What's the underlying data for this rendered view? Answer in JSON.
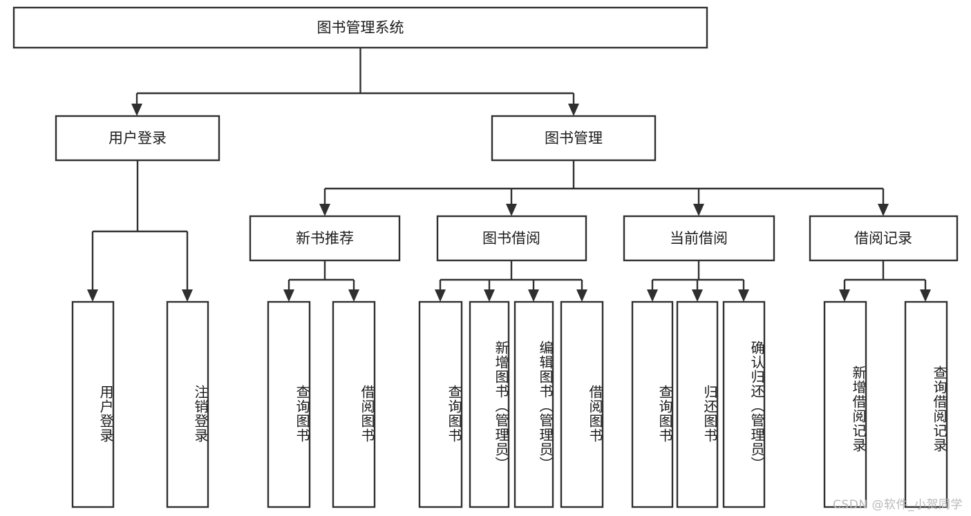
{
  "diagram": {
    "type": "tree-hierarchy-chart",
    "title_text": "图书管理系统",
    "colors": {
      "stroke": "#2f2f2f",
      "box_fill": "#ffffff",
      "text": "#1b1b1b",
      "background": "#ffffff",
      "watermark": "#b9b9b9"
    },
    "levels": {
      "root": {
        "label": "图书管理系统",
        "orientation": "horizontal"
      },
      "level2": [
        {
          "label": "用户登录",
          "orientation": "horizontal"
        },
        {
          "label": "图书管理",
          "orientation": "horizontal"
        }
      ],
      "level3": [
        {
          "label": "新书推荐",
          "orientation": "horizontal"
        },
        {
          "label": "图书借阅",
          "orientation": "horizontal"
        },
        {
          "label": "当前借阅",
          "orientation": "horizontal"
        },
        {
          "label": "借阅记录",
          "orientation": "horizontal"
        }
      ],
      "leaves": [
        {
          "label": "用户登录",
          "parent": "用户登录",
          "orientation": "vertical"
        },
        {
          "label": "注销登录",
          "parent": "用户登录",
          "orientation": "vertical"
        },
        {
          "label": "查询图书",
          "parent": "新书推荐",
          "orientation": "vertical"
        },
        {
          "label": "借阅图书",
          "parent": "新书推荐",
          "orientation": "vertical"
        },
        {
          "label": "查询图书",
          "parent": "图书借阅",
          "orientation": "vertical"
        },
        {
          "label": "新增图书（管理员）",
          "parent": "图书借阅",
          "orientation": "vertical"
        },
        {
          "label": "编辑图书（管理员）",
          "parent": "图书借阅",
          "orientation": "vertical"
        },
        {
          "label": "借阅图书",
          "parent": "图书借阅",
          "orientation": "vertical"
        },
        {
          "label": "查询图书",
          "parent": "当前借阅",
          "orientation": "vertical"
        },
        {
          "label": "归还图书",
          "parent": "当前借阅",
          "orientation": "vertical"
        },
        {
          "label": "确认归还（管理员）",
          "parent": "当前借阅",
          "orientation": "vertical"
        },
        {
          "label": "新增借阅记录",
          "parent": "借阅记录",
          "orientation": "vertical"
        },
        {
          "label": "查询借阅记录",
          "parent": "借阅记录",
          "orientation": "vertical"
        }
      ]
    }
  },
  "watermark": {
    "text": "CSDN @软件_小贺同学"
  }
}
